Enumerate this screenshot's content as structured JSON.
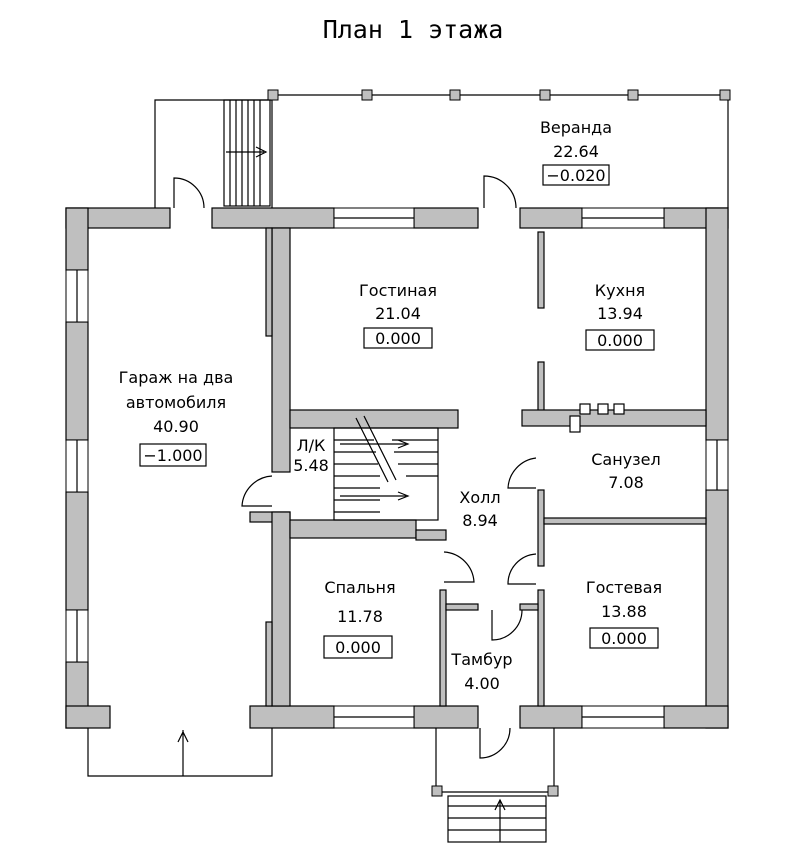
{
  "title": "План 1 этажа",
  "rooms": {
    "veranda": {
      "name": "Веранда",
      "area": "22.64",
      "level": "−0.020"
    },
    "garage": {
      "name_line1": "Гараж на два",
      "name_line2": "автомобиля",
      "area": "40.90",
      "level": "−1.000"
    },
    "living": {
      "name": "Гостиная",
      "area": "21.04",
      "level": "0.000"
    },
    "kitchen": {
      "name": "Кухня",
      "area": "13.94",
      "level": "0.000"
    },
    "stair": {
      "name": "Л/К",
      "area": "5.48"
    },
    "hall": {
      "name": "Холл",
      "area": "8.94"
    },
    "bathroom": {
      "name": "Санузел",
      "area": "7.08"
    },
    "bedroom": {
      "name": "Спальня",
      "area": "11.78",
      "level": "0.000"
    },
    "vestibule": {
      "name": "Тамбур",
      "area": "4.00"
    },
    "guest": {
      "name": "Гостевая",
      "area": "13.88",
      "level": "0.000"
    }
  }
}
